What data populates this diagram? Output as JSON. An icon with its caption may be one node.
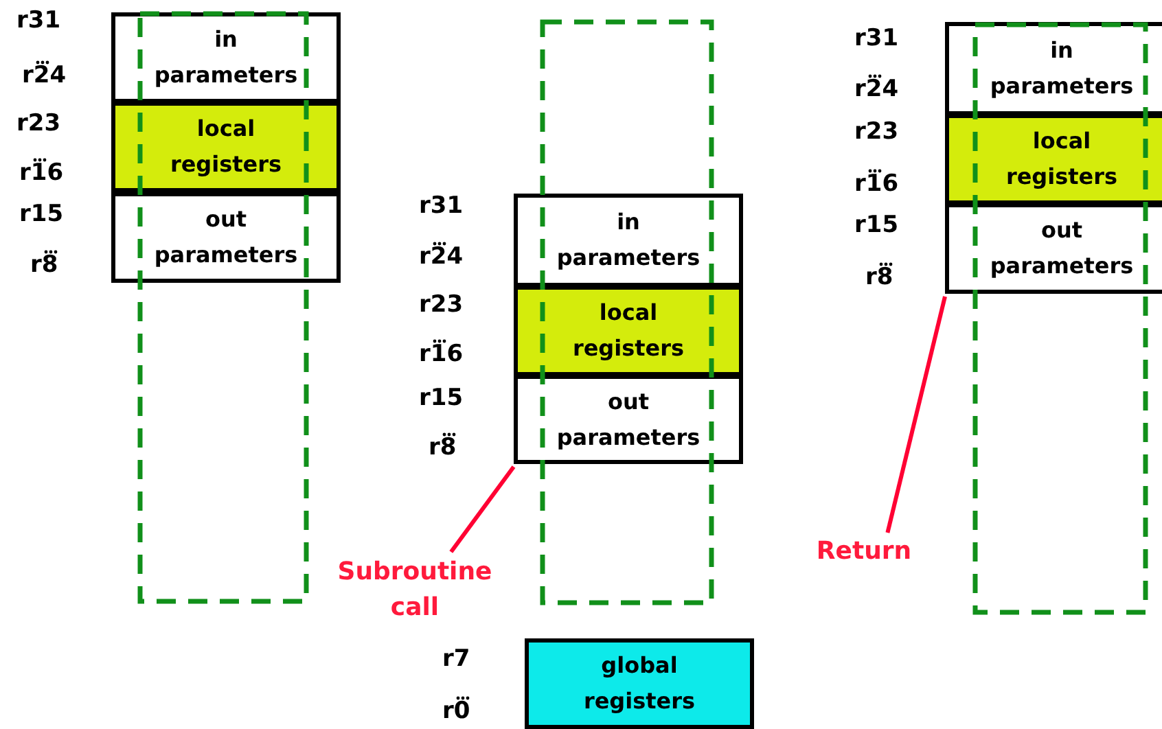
{
  "diagram": {
    "nodes": [
      {
        "text": [
          "in parameters"
        ]
      },
      {
        "text": [
          "local registers"
        ]
      },
      {
        "text": [
          "out parameters"
        ]
      },
      {
        "text": [],
        "shape": "box"
      },
      {
        "text": [
          "in parameters"
        ]
      },
      {
        "text": [
          "local registers"
        ]
      },
      {
        "text": [
          "out parameters"
        ]
      },
      {
        "text": [],
        "shape": "box"
      },
      {
        "text": [
          "Subroutine call"
        ]
      },
      {
        "text": [
          "global registers"
        ]
      },
      {
        "text": [
          "in parameters"
        ]
      },
      {
        "text": [
          "local registers"
        ]
      },
      {
        "text": [
          "out parameters"
        ]
      },
      {
        "text": [],
        "shape": "box"
      },
      {
        "text": [
          "Return"
        ]
      }
    ],
    "edges": [
      {
        "from": 8,
        "to": 6,
        "arrow": "none",
        "color": "#ff0033"
      },
      {
        "from": 14,
        "to": 12,
        "arrow": "none",
        "color": "#ff0033"
      }
    ],
    "labels": [
      "r31",
      "r24",
      "r23",
      "r16",
      "r15",
      "r8",
      "r31",
      "r24",
      "r23",
      "r16",
      "r15",
      "r8",
      "r31",
      "r24",
      "r23",
      "r16",
      "r15",
      "r8",
      "r7",
      "r0"
    ]
  }
}
